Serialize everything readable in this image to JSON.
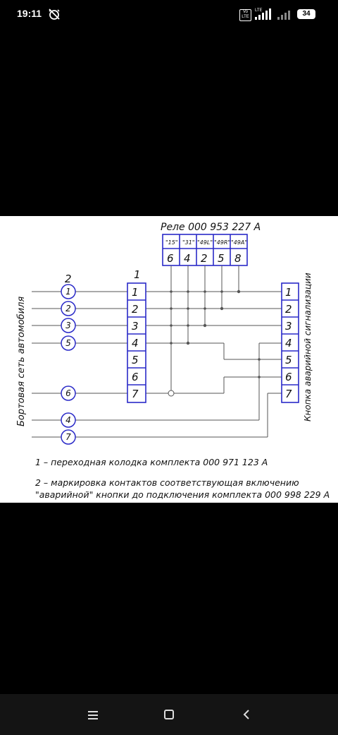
{
  "status_bar": {
    "time": "19:11",
    "volte": "Vo\nLTE",
    "lte": "LTE",
    "battery": "34",
    "icons": [
      "alarm-off-icon",
      "volte-icon",
      "signal-icon",
      "signal-weak-icon",
      "battery-icon"
    ]
  },
  "diagram": {
    "relay": {
      "title": "Реле 000 953 227 А",
      "pins": [
        {
          "code": "\"15\"",
          "number": "6"
        },
        {
          "code": "\"31\"",
          "number": "4"
        },
        {
          "code": "\"49L\"",
          "number": "2"
        },
        {
          "code": "\"49R\"",
          "number": "5"
        },
        {
          "code": "\"49A\"",
          "number": "8"
        }
      ]
    },
    "left_label": "Бортовая сеть автомобиля",
    "right_label": "Кнопка аварийной сигнализации",
    "marking_header": "2",
    "marking_circles": [
      "1",
      "2",
      "3",
      "5",
      "6",
      "4",
      "7"
    ],
    "block_header": "1",
    "block_numbers": [
      "1",
      "2",
      "3",
      "4",
      "5",
      "6",
      "7"
    ],
    "button_numbers": [
      "1",
      "2",
      "3",
      "4",
      "5",
      "6",
      "7"
    ],
    "notes": [
      "1 – переходная колодка комплекта 000 971 123 А",
      "2 – маркировка контактов соответствующая включению",
      "\"аварийной\" кнопки до подключения комплекта 000 998 229 А"
    ],
    "colors": {
      "box_outline": "#2a2ac8",
      "wire": "#555555",
      "text": "#111111"
    }
  },
  "nav_bar": {
    "buttons": [
      "menu-icon",
      "home-icon",
      "back-icon"
    ]
  }
}
